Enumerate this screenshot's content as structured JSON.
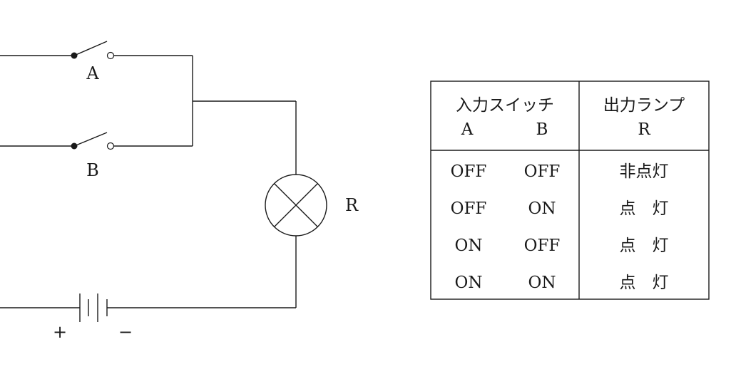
{
  "circuit": {
    "switch_a_label": "A",
    "switch_b_label": "B",
    "lamp_label": "R",
    "battery_plus": "+",
    "battery_minus": "−"
  },
  "truth_table": {
    "header_inputs": "入力スイッチ",
    "header_input_a": "A",
    "header_input_b": "B",
    "header_output": "出力ランプ",
    "header_output_r": "R",
    "rows": [
      {
        "a": "OFF",
        "b": "OFF",
        "r": "非点灯"
      },
      {
        "a": "OFF",
        "b": "ON",
        "r": "点　灯"
      },
      {
        "a": "ON",
        "b": "OFF",
        "r": "点　灯"
      },
      {
        "a": "ON",
        "b": "ON",
        "r": "点　灯"
      }
    ]
  }
}
